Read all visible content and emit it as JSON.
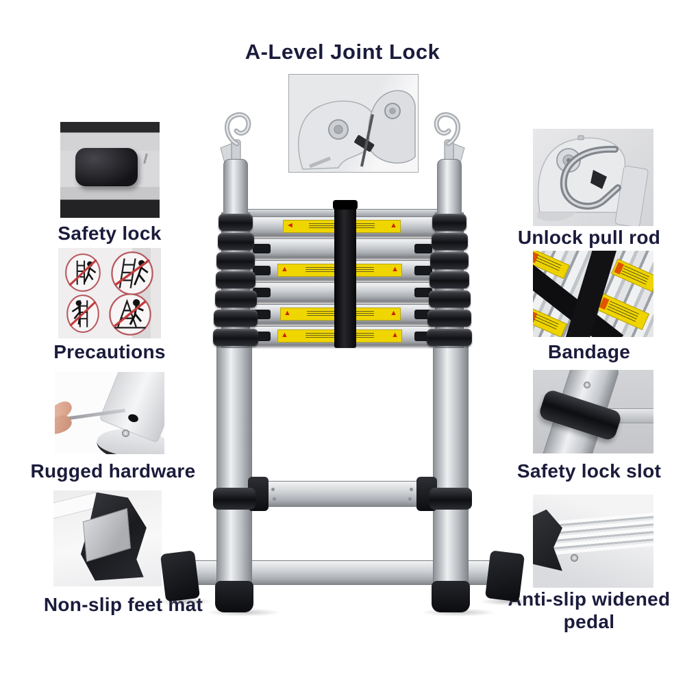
{
  "title": {
    "text": "A-Level Joint Lock"
  },
  "features_left": [
    {
      "label": "Safety lock",
      "image": "safety-lock-button-closeup"
    },
    {
      "label": "Precautions",
      "image": "warning-pictograms-closeup"
    },
    {
      "label": "Rugged hardware",
      "image": "screwdriver-rivet-closeup"
    },
    {
      "label": "Non-slip feet mat",
      "image": "rubber-foot-closeup"
    }
  ],
  "features_right": [
    {
      "label": "Unlock pull rod",
      "image": "joint-pull-rod-closeup"
    },
    {
      "label": "Bandage",
      "image": "velcro-strap-closeup"
    },
    {
      "label": "Safety lock slot",
      "image": "tube-collar-closeup"
    },
    {
      "label": "Anti-slip widened pedal",
      "image": "ribbed-rung-closeup"
    }
  ],
  "colors": {
    "label_text": "#1b1b3c",
    "ladder_silver": "#c9ccd1",
    "collar_black": "#16171b",
    "warning_yellow": "#f0d600",
    "warning_red": "#cc2400",
    "strap_black": "#121215",
    "background": "#ffffff"
  }
}
